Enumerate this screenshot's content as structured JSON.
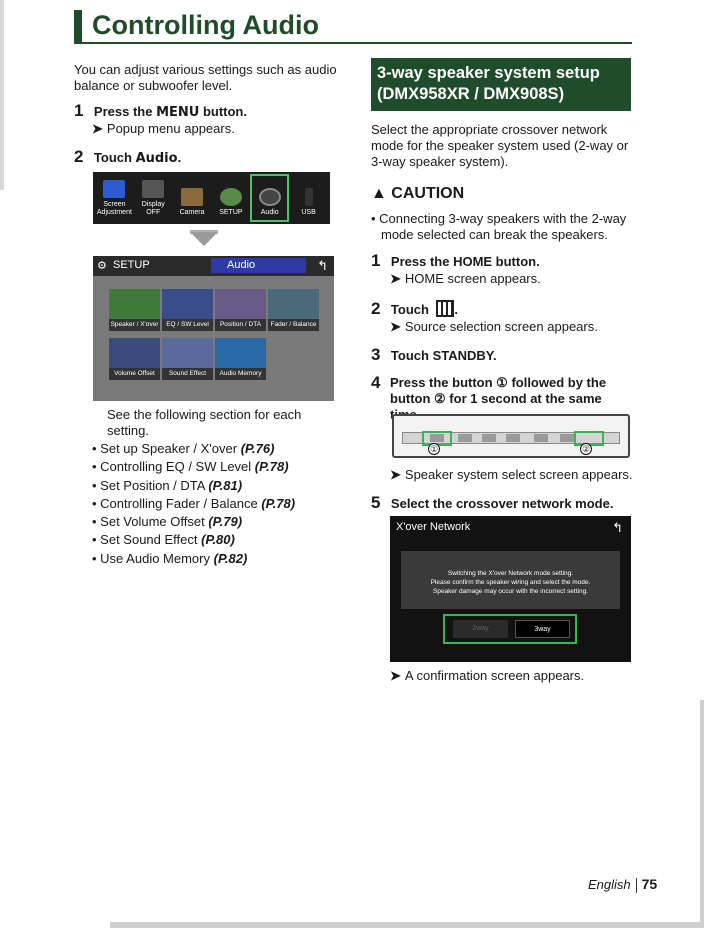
{
  "title": "Controlling Audio",
  "intro": "You can adjust various settings such as audio balance or subwoofer level.",
  "left_steps": [
    {
      "num": "1",
      "text_pre": "Press the ",
      "key": "MENU",
      "text_post": " button.",
      "result": "Popup menu appears."
    },
    {
      "num": "2",
      "text_pre": "Touch ",
      "key": "Audio",
      "text_post": "."
    }
  ],
  "source_bar": [
    {
      "label": "Screen Adjustment",
      "color": "#2d5bd1"
    },
    {
      "label": "Display OFF",
      "color": "#555555"
    },
    {
      "label": "Camera",
      "color": "#8a6a3a"
    },
    {
      "label": "SETUP",
      "color": "#5a8a4a"
    },
    {
      "label": "Audio",
      "color": "#444444"
    },
    {
      "label": "USB",
      "color": "#333333"
    }
  ],
  "setup_screen": {
    "header": "SETUP",
    "active": "Audio",
    "tiles": [
      {
        "label": "Speaker / X'over",
        "color": "#3f7a3a"
      },
      {
        "label": "EQ / SW Level",
        "color": "#3a4d8a"
      },
      {
        "label": "Position / DTA",
        "color": "#6a5a8a"
      },
      {
        "label": "Fader / Balance",
        "color": "#4a6a7a"
      },
      {
        "label": "Volume Offset",
        "color": "#3a4a7a"
      },
      {
        "label": "Sound Effect",
        "color": "#5a6a9a"
      },
      {
        "label": "Audio Memory",
        "color": "#2a6aa8"
      }
    ]
  },
  "see_following": "See the following section for each setting.",
  "links": [
    {
      "text": "Set up Speaker / X'over ",
      "ref": "(P.76)"
    },
    {
      "text": "Controlling EQ / SW Level ",
      "ref": "(P.78)"
    },
    {
      "text": "Set Position / DTA ",
      "ref": "(P.81)"
    },
    {
      "text": "Controlling Fader / Balance ",
      "ref": "(P.78)"
    },
    {
      "text": "Set Volume Offset ",
      "ref": "(P.79)"
    },
    {
      "text": "Set Sound Effect ",
      "ref": "(P.80)"
    },
    {
      "text": "Use Audio Memory ",
      "ref": "(P.82)"
    }
  ],
  "subhead": "3-way speaker system setup (DMX958XR / DMX908S)",
  "subhead_intro": "Select the appropriate crossover network mode for the speaker system used (2-way or 3-way speaker system).",
  "caution_title": "CAUTION",
  "caution_text": "Connecting 3-way speakers with the 2-way mode selected can break the speakers.",
  "right_steps": [
    {
      "num": "1",
      "text": "Press the HOME button.",
      "result": "HOME screen appears."
    },
    {
      "num": "2",
      "text": "Touch",
      "result": "Source selection screen appears."
    },
    {
      "num": "3",
      "text": "Touch STANDBY."
    },
    {
      "num": "4",
      "text": "Press the button ① followed by the button ② for 1 second at the same time.",
      "result": "Speaker system select screen appears."
    },
    {
      "num": "5",
      "text": "Select the crossover network mode.",
      "result": "A confirmation screen appears."
    }
  ],
  "circled": [
    "①",
    "②"
  ],
  "xover_screen": {
    "header": "X'over Network",
    "message": [
      "Switching the X'over Network mode setting.",
      "Please confirm the speaker wiring and select the mode.",
      "Speaker damage may occur with the incorrect setting."
    ],
    "btn_2way": "2way",
    "btn_3way": "3way"
  },
  "footer": {
    "lang": "English",
    "page": "75"
  }
}
